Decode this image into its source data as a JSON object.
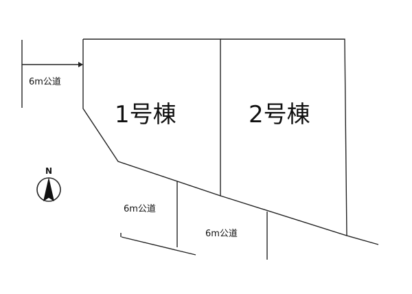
{
  "lots": [
    {
      "label": "1号棟"
    },
    {
      "label": "2号棟"
    }
  ],
  "roads": [
    {
      "label": "6m公道"
    },
    {
      "label": "6m公道"
    },
    {
      "label": "6m公道"
    }
  ],
  "compass": {
    "label": "N"
  }
}
